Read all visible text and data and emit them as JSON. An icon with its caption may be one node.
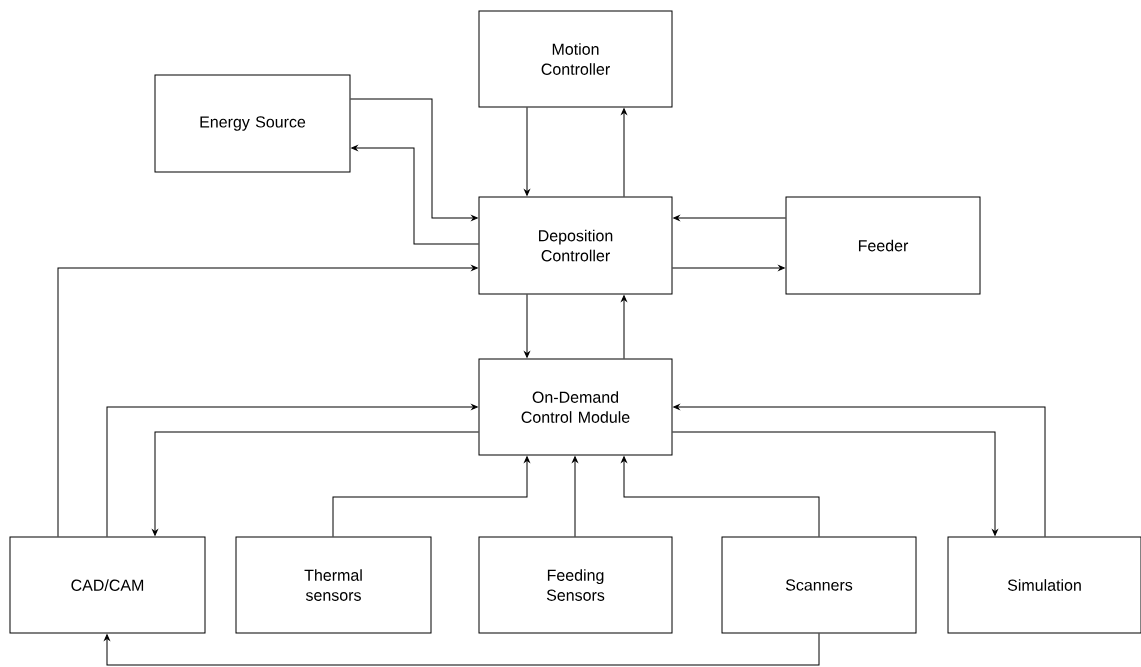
{
  "diagram": {
    "nodes": [
      {
        "text": [
          "Motion Controller"
        ]
      },
      {
        "text": [
          "Energy Source"
        ]
      },
      {
        "text": [
          "Deposition Controller"
        ]
      },
      {
        "text": [
          "Feeder"
        ]
      },
      {
        "text": [
          "On-Demand Control Module"
        ]
      },
      {
        "text": [
          "CAD/CAM"
        ]
      },
      {
        "text": [
          "Thermal sensors"
        ]
      },
      {
        "text": [
          "Feeding Sensors"
        ]
      },
      {
        "text": [
          "Scanners"
        ]
      },
      {
        "text": [
          "Simulation"
        ]
      }
    ],
    "edges": [
      {
        "from": 0,
        "to": 2,
        "arrow": "to"
      },
      {
        "from": 2,
        "to": 0,
        "arrow": "to"
      },
      {
        "from": 1,
        "to": 2,
        "arrow": "to"
      },
      {
        "from": 2,
        "to": 1,
        "arrow": "to"
      },
      {
        "from": 3,
        "to": 2,
        "arrow": "to"
      },
      {
        "from": 2,
        "to": 3,
        "arrow": "to"
      },
      {
        "from": 5,
        "to": 2,
        "arrow": "to"
      },
      {
        "from": 2,
        "to": 4,
        "arrow": "to"
      },
      {
        "from": 4,
        "to": 2,
        "arrow": "to"
      },
      {
        "from": 5,
        "to": 4,
        "arrow": "to"
      },
      {
        "from": 4,
        "to": 5,
        "arrow": "to"
      },
      {
        "from": 9,
        "to": 4,
        "arrow": "to"
      },
      {
        "from": 4,
        "to": 9,
        "arrow": "to"
      },
      {
        "from": 6,
        "to": 4,
        "arrow": "to"
      },
      {
        "from": 7,
        "to": 4,
        "arrow": "to"
      },
      {
        "from": 8,
        "to": 4,
        "arrow": "to"
      },
      {
        "from": 8,
        "to": 5,
        "arrow": "to"
      }
    ]
  }
}
